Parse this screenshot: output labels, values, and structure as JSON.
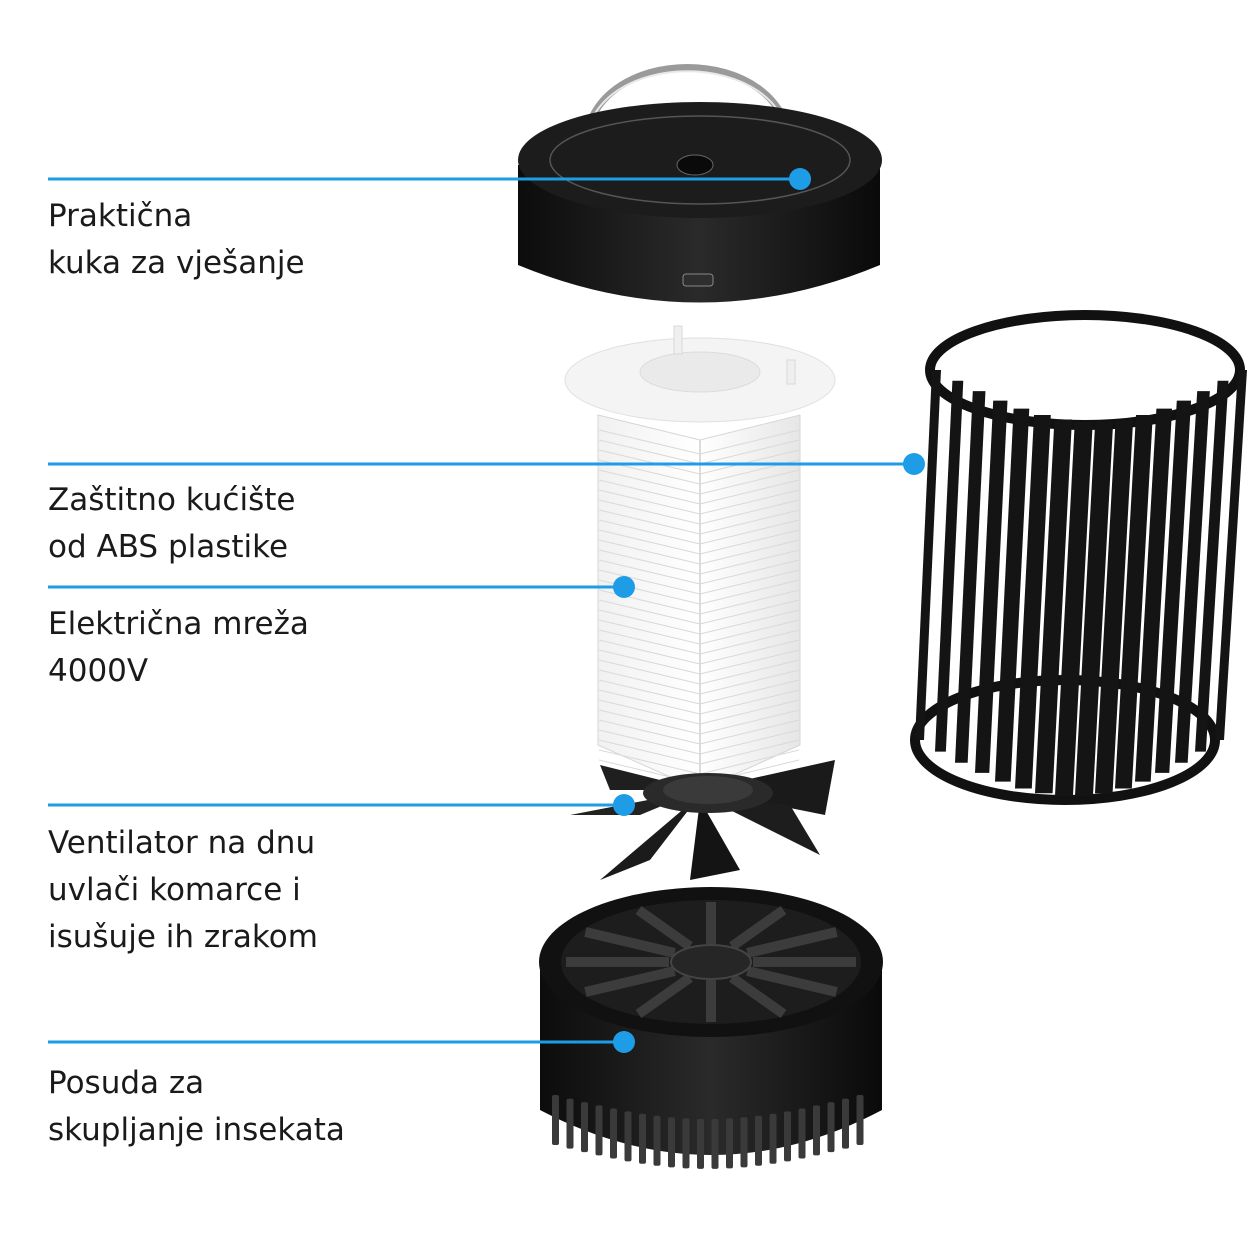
{
  "accent_color": "#1e9de6",
  "callouts": [
    {
      "id": "hook",
      "lines": [
        "Praktična",
        "kuka za vješanje"
      ]
    },
    {
      "id": "housing",
      "lines": [
        "Zaštitno kućište",
        "od ABS plastike"
      ]
    },
    {
      "id": "grid",
      "lines": [
        "Električna mreža",
        "4000V"
      ]
    },
    {
      "id": "fan",
      "lines": [
        "Ventilator na dnu",
        "uvlači komarce i",
        "isušuje ih zrakom"
      ]
    },
    {
      "id": "tray",
      "lines": [
        "Posuda za",
        "skupljanje insekata"
      ]
    }
  ]
}
